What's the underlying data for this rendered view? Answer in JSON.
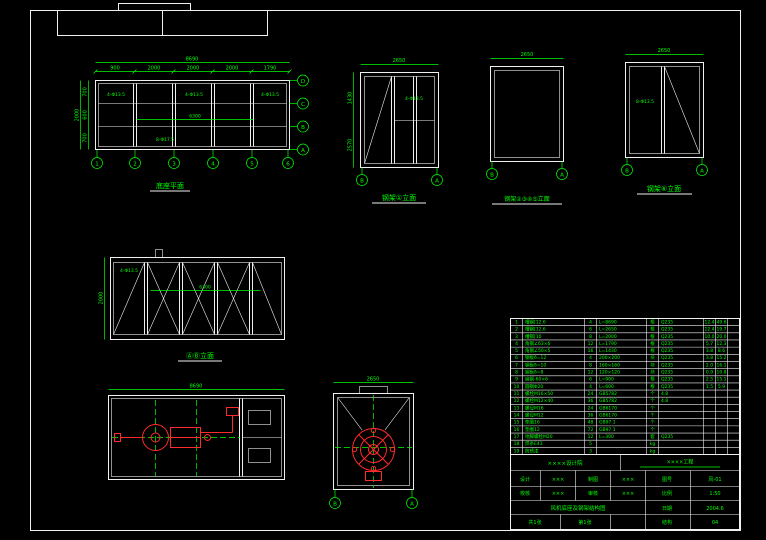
{
  "colors": {
    "background": "#000000",
    "line": "#f0f0f0",
    "annotation": "#00ff00",
    "equipment": "#ff2a2a"
  },
  "views": {
    "base_plan": {
      "caption": "底座平面",
      "dim_total": "8690",
      "dims_top": [
        "900",
        "2000",
        "2000",
        "2000",
        "1790"
      ],
      "dims_left": [
        "700",
        "600",
        "700"
      ],
      "dim_left_total": "2000",
      "hole_notes": [
        "4-Φ13.5",
        "4-Φ13.5",
        "4-Φ13.5",
        "8-Φ17.5"
      ],
      "inner_dim": "6300",
      "axes_bottom": [
        "1",
        "2",
        "3",
        "4",
        "5",
        "6"
      ],
      "axes_right": [
        "D",
        "C",
        "B",
        "A"
      ]
    },
    "frame_1": {
      "caption": "钢架①立面",
      "dim_top": "2650",
      "dims_left": [
        "1430",
        "2570"
      ],
      "hole_note": "4-Φ13.5",
      "axis_left": "B",
      "axis_right": "A"
    },
    "frame_2345": {
      "caption": "钢架②③④⑤立面",
      "dim_top": "2650",
      "axis_left": "B",
      "axis_right": "A"
    },
    "frame_6": {
      "caption": "钢架⑥立面",
      "dim_top": "2650",
      "hole_note": "8-Φ13.5",
      "axis_left": "B",
      "axis_right": "A"
    },
    "elev_ab": {
      "caption": "ⒶⒷ立面",
      "hole_note": "4-Φ13.5",
      "inner_dim": "6300",
      "dim_left": "2000"
    },
    "equipment_plan": {
      "dim_top": "8690"
    },
    "end_view": {
      "dim_top": "2650",
      "axis_left": "B",
      "axis_right": "A"
    }
  },
  "parts_table": {
    "rows": [
      {
        "no": "1",
        "name": "槽钢[12.6",
        "qty": "4",
        "spec": "L=8690",
        "unit": "根",
        "matl": "Q235",
        "w1": "12.4",
        "w2": "49.6"
      },
      {
        "no": "2",
        "name": "槽钢[12.6",
        "qty": "6",
        "spec": "L=2650",
        "unit": "根",
        "matl": "Q235",
        "w1": "12.4",
        "w2": "19.7"
      },
      {
        "no": "3",
        "name": "槽钢[10",
        "qty": "8",
        "spec": "L=2000",
        "unit": "根",
        "matl": "Q235",
        "w1": "10.0",
        "w2": "20.0"
      },
      {
        "no": "4",
        "name": "角钢∠63×6",
        "qty": "12",
        "spec": "L=1790",
        "unit": "根",
        "matl": "Q235",
        "w1": "5.7",
        "w2": "12.3"
      },
      {
        "no": "5",
        "name": "角钢∠50×5",
        "qty": "16",
        "spec": "L=1430",
        "unit": "根",
        "matl": "Q235",
        "w1": "3.8",
        "w2": "8.6"
      },
      {
        "no": "6",
        "name": "钢板δ=12",
        "qty": "4",
        "spec": "200×200",
        "unit": "块",
        "matl": "Q235",
        "w1": "3.8",
        "w2": "15.2"
      },
      {
        "no": "7",
        "name": "钢板δ=10",
        "qty": "8",
        "spec": "160×160",
        "unit": "块",
        "matl": "Q235",
        "w1": "2.0",
        "w2": "16.1"
      },
      {
        "no": "8",
        "name": "钢板δ=8",
        "qty": "12",
        "spec": "120×120",
        "unit": "块",
        "matl": "Q235",
        "w1": "0.9",
        "w2": "10.8"
      },
      {
        "no": "9",
        "name": "扁钢-60×6",
        "qty": "6",
        "spec": "L=900",
        "unit": "根",
        "matl": "Q235",
        "w1": "2.5",
        "w2": "15.1"
      },
      {
        "no": "10",
        "name": "圆钢Φ20",
        "qty": "4",
        "spec": "L=600",
        "unit": "根",
        "matl": "Q235",
        "w1": "1.5",
        "w2": "5.9"
      },
      {
        "no": "11",
        "name": "螺栓M16×50",
        "qty": "24",
        "spec": "GB5782",
        "unit": "个",
        "matl": "4.8",
        "w1": "",
        "w2": ""
      },
      {
        "no": "12",
        "name": "螺栓M12×40",
        "qty": "36",
        "spec": "GB5782",
        "unit": "个",
        "matl": "4.8",
        "w1": "",
        "w2": ""
      },
      {
        "no": "13",
        "name": "螺母M16",
        "qty": "24",
        "spec": "GB6170",
        "unit": "个",
        "matl": "",
        "w1": "",
        "w2": ""
      },
      {
        "no": "14",
        "name": "螺母M12",
        "qty": "36",
        "spec": "GB6170",
        "unit": "个",
        "matl": "",
        "w1": "",
        "w2": ""
      },
      {
        "no": "15",
        "name": "垫圈16",
        "qty": "48",
        "spec": "GB97.1",
        "unit": "个",
        "matl": "",
        "w1": "",
        "w2": ""
      },
      {
        "no": "16",
        "name": "垫圈12",
        "qty": "72",
        "spec": "GB97.1",
        "unit": "个",
        "matl": "",
        "w1": "",
        "w2": ""
      },
      {
        "no": "17",
        "name": "地脚螺栓M20",
        "qty": "12",
        "spec": "L=300",
        "unit": "套",
        "matl": "Q235",
        "w1": "",
        "w2": ""
      },
      {
        "no": "18",
        "name": "焊条E43",
        "qty": "5",
        "spec": "",
        "unit": "kg",
        "matl": "",
        "w1": "",
        "w2": ""
      },
      {
        "no": "19",
        "name": "防锈漆",
        "qty": "3",
        "spec": "",
        "unit": "kg",
        "matl": "",
        "w1": "",
        "w2": ""
      }
    ]
  },
  "title_block": {
    "org": "××××设计院",
    "project": "××××工程",
    "row2": {
      "l1": "设计",
      "v1": "×××",
      "l2": "制图",
      "v2": "×××",
      "l3": "图号",
      "v3": "风-01"
    },
    "row3": {
      "l1": "校核",
      "v1": "×××",
      "l2": "审核",
      "v2": "×××",
      "l3": "比例",
      "v3": "1:50"
    },
    "drawing_title": "风机底座及钢架结构图",
    "row4": {
      "l3": "日期",
      "v3": "2004.6"
    },
    "row5": {
      "a": "共1张",
      "b": "第1张",
      "c": "结构",
      "d": "04"
    }
  }
}
